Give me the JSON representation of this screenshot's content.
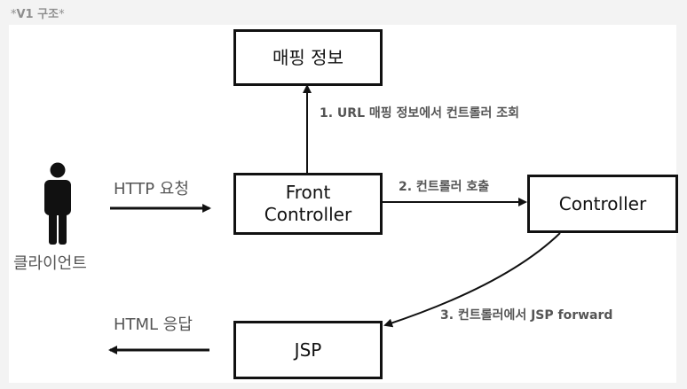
{
  "caption": {
    "star_left": "*",
    "title": "V1 구조",
    "star_right": "*"
  },
  "boxes": {
    "mapping": "매핑 정보",
    "front_line1": "Front",
    "front_line2": "Controller",
    "controller": "Controller",
    "jsp": "JSP"
  },
  "actor": {
    "label": "클라이언트"
  },
  "arrows": {
    "http_request": "HTTP 요청",
    "html_response": "HTML 응답",
    "step1": "1. URL 매핑 정보에서 컨트롤러 조회",
    "step2": "2. 컨트롤러 호출",
    "step3": "3. 컨트롤러에서 JSP forward"
  },
  "colors": {
    "ink": "#111111",
    "label_gray": "#555555",
    "caption_gray": "#8e8e8e",
    "panel": "#ffffff",
    "background": "#f3f3f3"
  }
}
